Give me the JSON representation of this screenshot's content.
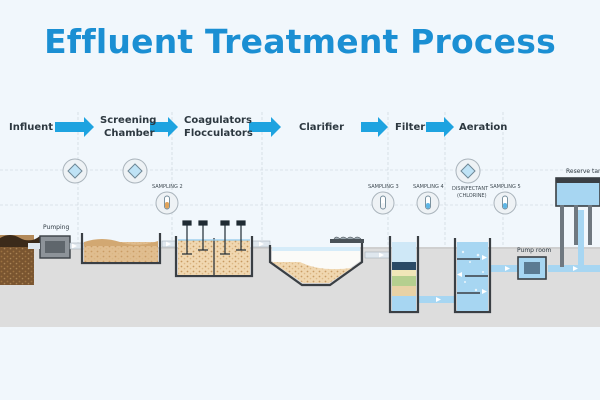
{
  "title": "Effluent Treatment Process",
  "stages": {
    "influent": "Influent",
    "screening_1": "Screening",
    "screening_2": "Chamber",
    "coagulators": "Coagulators",
    "flocculators": "Flocculators",
    "clarifier": "Clarifier",
    "filter": "Filter",
    "aeration": "Aeration"
  },
  "samplings": {
    "s2": "SAMPLING 2",
    "s3": "SAMPLING 3",
    "s4": "SAMPLING 4",
    "s5": "SAMPLING 5",
    "disinfectant_1": "DISINFECTANT",
    "disinfectant_2": "(CHLORINE)"
  },
  "labels": {
    "pumping": "Pumping",
    "pump_room": "Pump room",
    "reserve_tank": "Reserve tank"
  },
  "colors": {
    "title": "#1b8fd3",
    "arrow": "#1ea3e0",
    "water": "#a7d6f2",
    "sludge": "#c9a371",
    "ground": "#dcdcdc"
  }
}
